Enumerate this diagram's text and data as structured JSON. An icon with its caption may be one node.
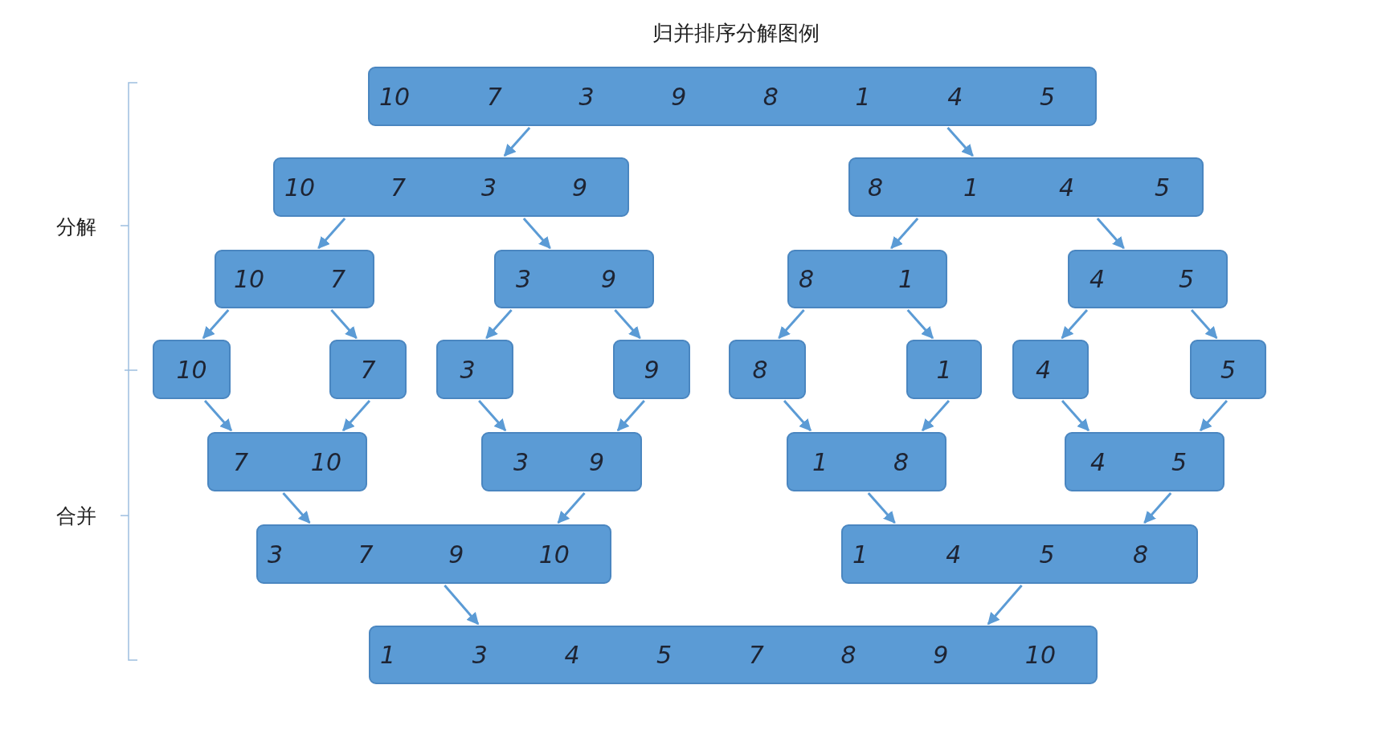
{
  "diagram": {
    "title": "归并排序分解图例",
    "nodes": [
      {
        "text": [
          "10",
          "7",
          "3",
          "9",
          "8",
          "1",
          "4",
          "5"
        ]
      },
      {
        "text": [
          "10",
          "7",
          "3",
          "9"
        ]
      },
      {
        "text": [
          "8",
          "1",
          "4",
          "5"
        ]
      },
      {
        "text": [
          "10",
          "7"
        ]
      },
      {
        "text": [
          "3",
          "9"
        ]
      },
      {
        "text": [
          "8",
          "1"
        ]
      },
      {
        "text": [
          "4",
          "5"
        ]
      },
      {
        "text": [
          "10"
        ]
      },
      {
        "text": [
          "7"
        ]
      },
      {
        "text": [
          "3"
        ]
      },
      {
        "text": [
          "9"
        ]
      },
      {
        "text": [
          "8"
        ]
      },
      {
        "text": [
          "1"
        ]
      },
      {
        "text": [
          "4"
        ]
      },
      {
        "text": [
          "5"
        ]
      },
      {
        "text": [
          "7",
          "10"
        ]
      },
      {
        "text": [
          "3",
          "9"
        ]
      },
      {
        "text": [
          "1",
          "8"
        ]
      },
      {
        "text": [
          "4",
          "5"
        ]
      },
      {
        "text": [
          "3",
          "7",
          "9",
          "10"
        ]
      },
      {
        "text": [
          "1",
          "4",
          "5",
          "8"
        ]
      },
      {
        "text": [
          "1",
          "3",
          "4",
          "5",
          "7",
          "8",
          "9",
          "10"
        ]
      }
    ],
    "edges": [
      {
        "from": 0,
        "to": 1,
        "arrow": "to"
      },
      {
        "from": 0,
        "to": 2,
        "arrow": "to"
      },
      {
        "from": 1,
        "to": 3,
        "arrow": "to"
      },
      {
        "from": 1,
        "to": 4,
        "arrow": "to"
      },
      {
        "from": 2,
        "to": 5,
        "arrow": "to"
      },
      {
        "from": 2,
        "to": 6,
        "arrow": "to"
      },
      {
        "from": 3,
        "to": 7,
        "arrow": "to"
      },
      {
        "from": 3,
        "to": 8,
        "arrow": "to"
      },
      {
        "from": 4,
        "to": 9,
        "arrow": "to"
      },
      {
        "from": 4,
        "to": 10,
        "arrow": "to"
      },
      {
        "from": 5,
        "to": 11,
        "arrow": "to"
      },
      {
        "from": 5,
        "to": 12,
        "arrow": "to"
      },
      {
        "from": 6,
        "to": 13,
        "arrow": "to"
      },
      {
        "from": 6,
        "to": 14,
        "arrow": "to"
      },
      {
        "from": 7,
        "to": 15,
        "arrow": "to"
      },
      {
        "from": 8,
        "to": 15,
        "arrow": "to"
      },
      {
        "from": 9,
        "to": 16,
        "arrow": "to"
      },
      {
        "from": 10,
        "to": 16,
        "arrow": "to"
      },
      {
        "from": 11,
        "to": 17,
        "arrow": "to"
      },
      {
        "from": 12,
        "to": 17,
        "arrow": "to"
      },
      {
        "from": 13,
        "to": 18,
        "arrow": "to"
      },
      {
        "from": 14,
        "to": 18,
        "arrow": "to"
      },
      {
        "from": 15,
        "to": 19,
        "arrow": "to"
      },
      {
        "from": 16,
        "to": 19,
        "arrow": "to"
      },
      {
        "from": 17,
        "to": 20,
        "arrow": "to"
      },
      {
        "from": 18,
        "to": 20,
        "arrow": "to"
      },
      {
        "from": 19,
        "to": 21,
        "arrow": "to"
      },
      {
        "from": 20,
        "to": 21,
        "arrow": "to"
      }
    ],
    "labels": [
      "分解",
      "合并"
    ]
  }
}
